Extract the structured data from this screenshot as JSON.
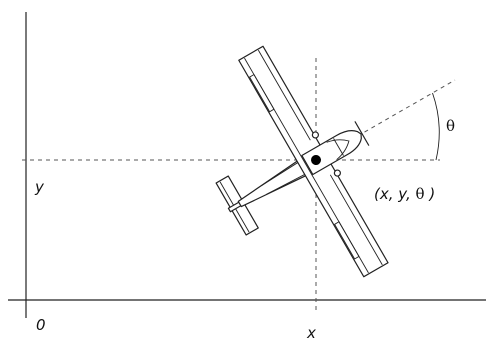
{
  "labels": {
    "origin": "0",
    "x_axis": "x",
    "y_axis": "y",
    "angle": "θ",
    "pose_open": "(x, y, ",
    "pose_theta": "θ",
    "pose_close": " )"
  },
  "pose": {
    "heading_deg": 30
  }
}
